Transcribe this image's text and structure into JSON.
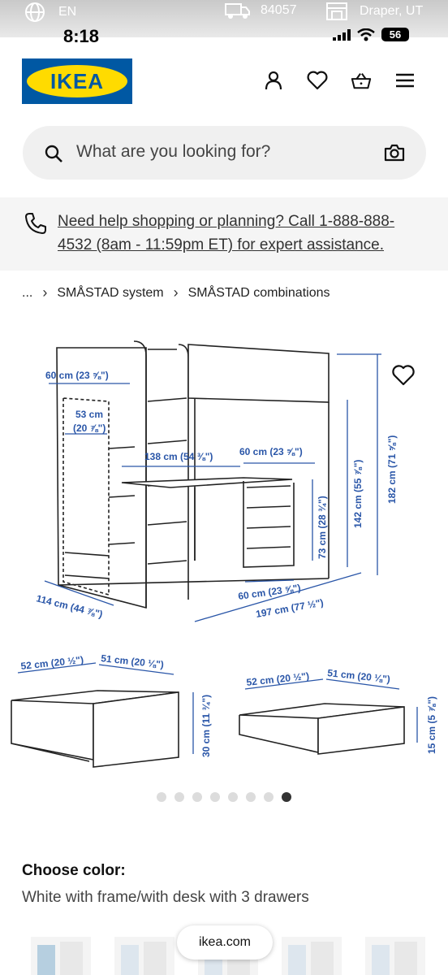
{
  "status_top": {
    "language": "EN",
    "zip": "84057",
    "store": "Draper, UT"
  },
  "status_bar": {
    "time": "8:18",
    "battery": "56"
  },
  "header": {
    "logo_text": "IKEA"
  },
  "search": {
    "placeholder": "What are you looking for?"
  },
  "help": {
    "text": "Need help shopping or planning? Call 1-888-888-4532 (8am - 11:59pm ET) for expert assistance."
  },
  "breadcrumb": {
    "items": [
      "...",
      "SMÅSTAD system",
      "SMÅSTAD combinations"
    ]
  },
  "dimensions": {
    "d1": "60 cm (23 ⅝\")",
    "d2a": "53 cm",
    "d2b": "(20 ⅞\")",
    "d3": "138 cm (54 ⅜\")",
    "d4": "60 cm (23 ⅝\")",
    "d5": "142 cm (55 ⅞\")",
    "d6": "182 cm (71 ⅝\")",
    "d7": "73 cm (28 ¾\")",
    "d8": "60 cm (23 ⅝\")",
    "d9": "114 cm (44 ⅞\")",
    "d10": "197 cm (77 ½\")",
    "d11": "52 cm (20 ½\")",
    "d12": "51 cm (20 ⅛\")",
    "d13": "30 cm (11 ¾\")",
    "d14": "52 cm (20 ½\")",
    "d15": "51 cm (20 ⅛\")",
    "d16": "15 cm (5 ⅞\")"
  },
  "carousel": {
    "count": 8,
    "active": 7
  },
  "color": {
    "label": "Choose color:",
    "value": "White with frame/with desk with 3 drawers"
  },
  "browser": {
    "url": "ikea.com"
  },
  "theme": {
    "ikea_blue": "#0058a3",
    "ikea_yellow": "#ffdb00",
    "dimension_blue": "#2a56a8"
  }
}
